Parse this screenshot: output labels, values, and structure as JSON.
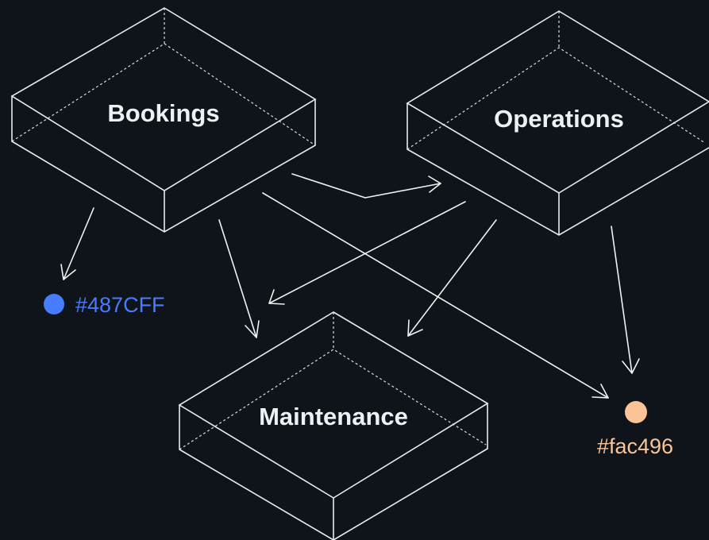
{
  "nodes": {
    "bookings": {
      "label": "Bookings"
    },
    "operations": {
      "label": "Operations"
    },
    "maintenance": {
      "label": "Maintenance"
    }
  },
  "legend": {
    "blue": {
      "label": "#487CFF",
      "color": "#487CFF"
    },
    "orange": {
      "label": "#fac496",
      "color": "#fac496"
    }
  },
  "colors": {
    "background": "#0f141b",
    "line": "#e9ecef"
  }
}
